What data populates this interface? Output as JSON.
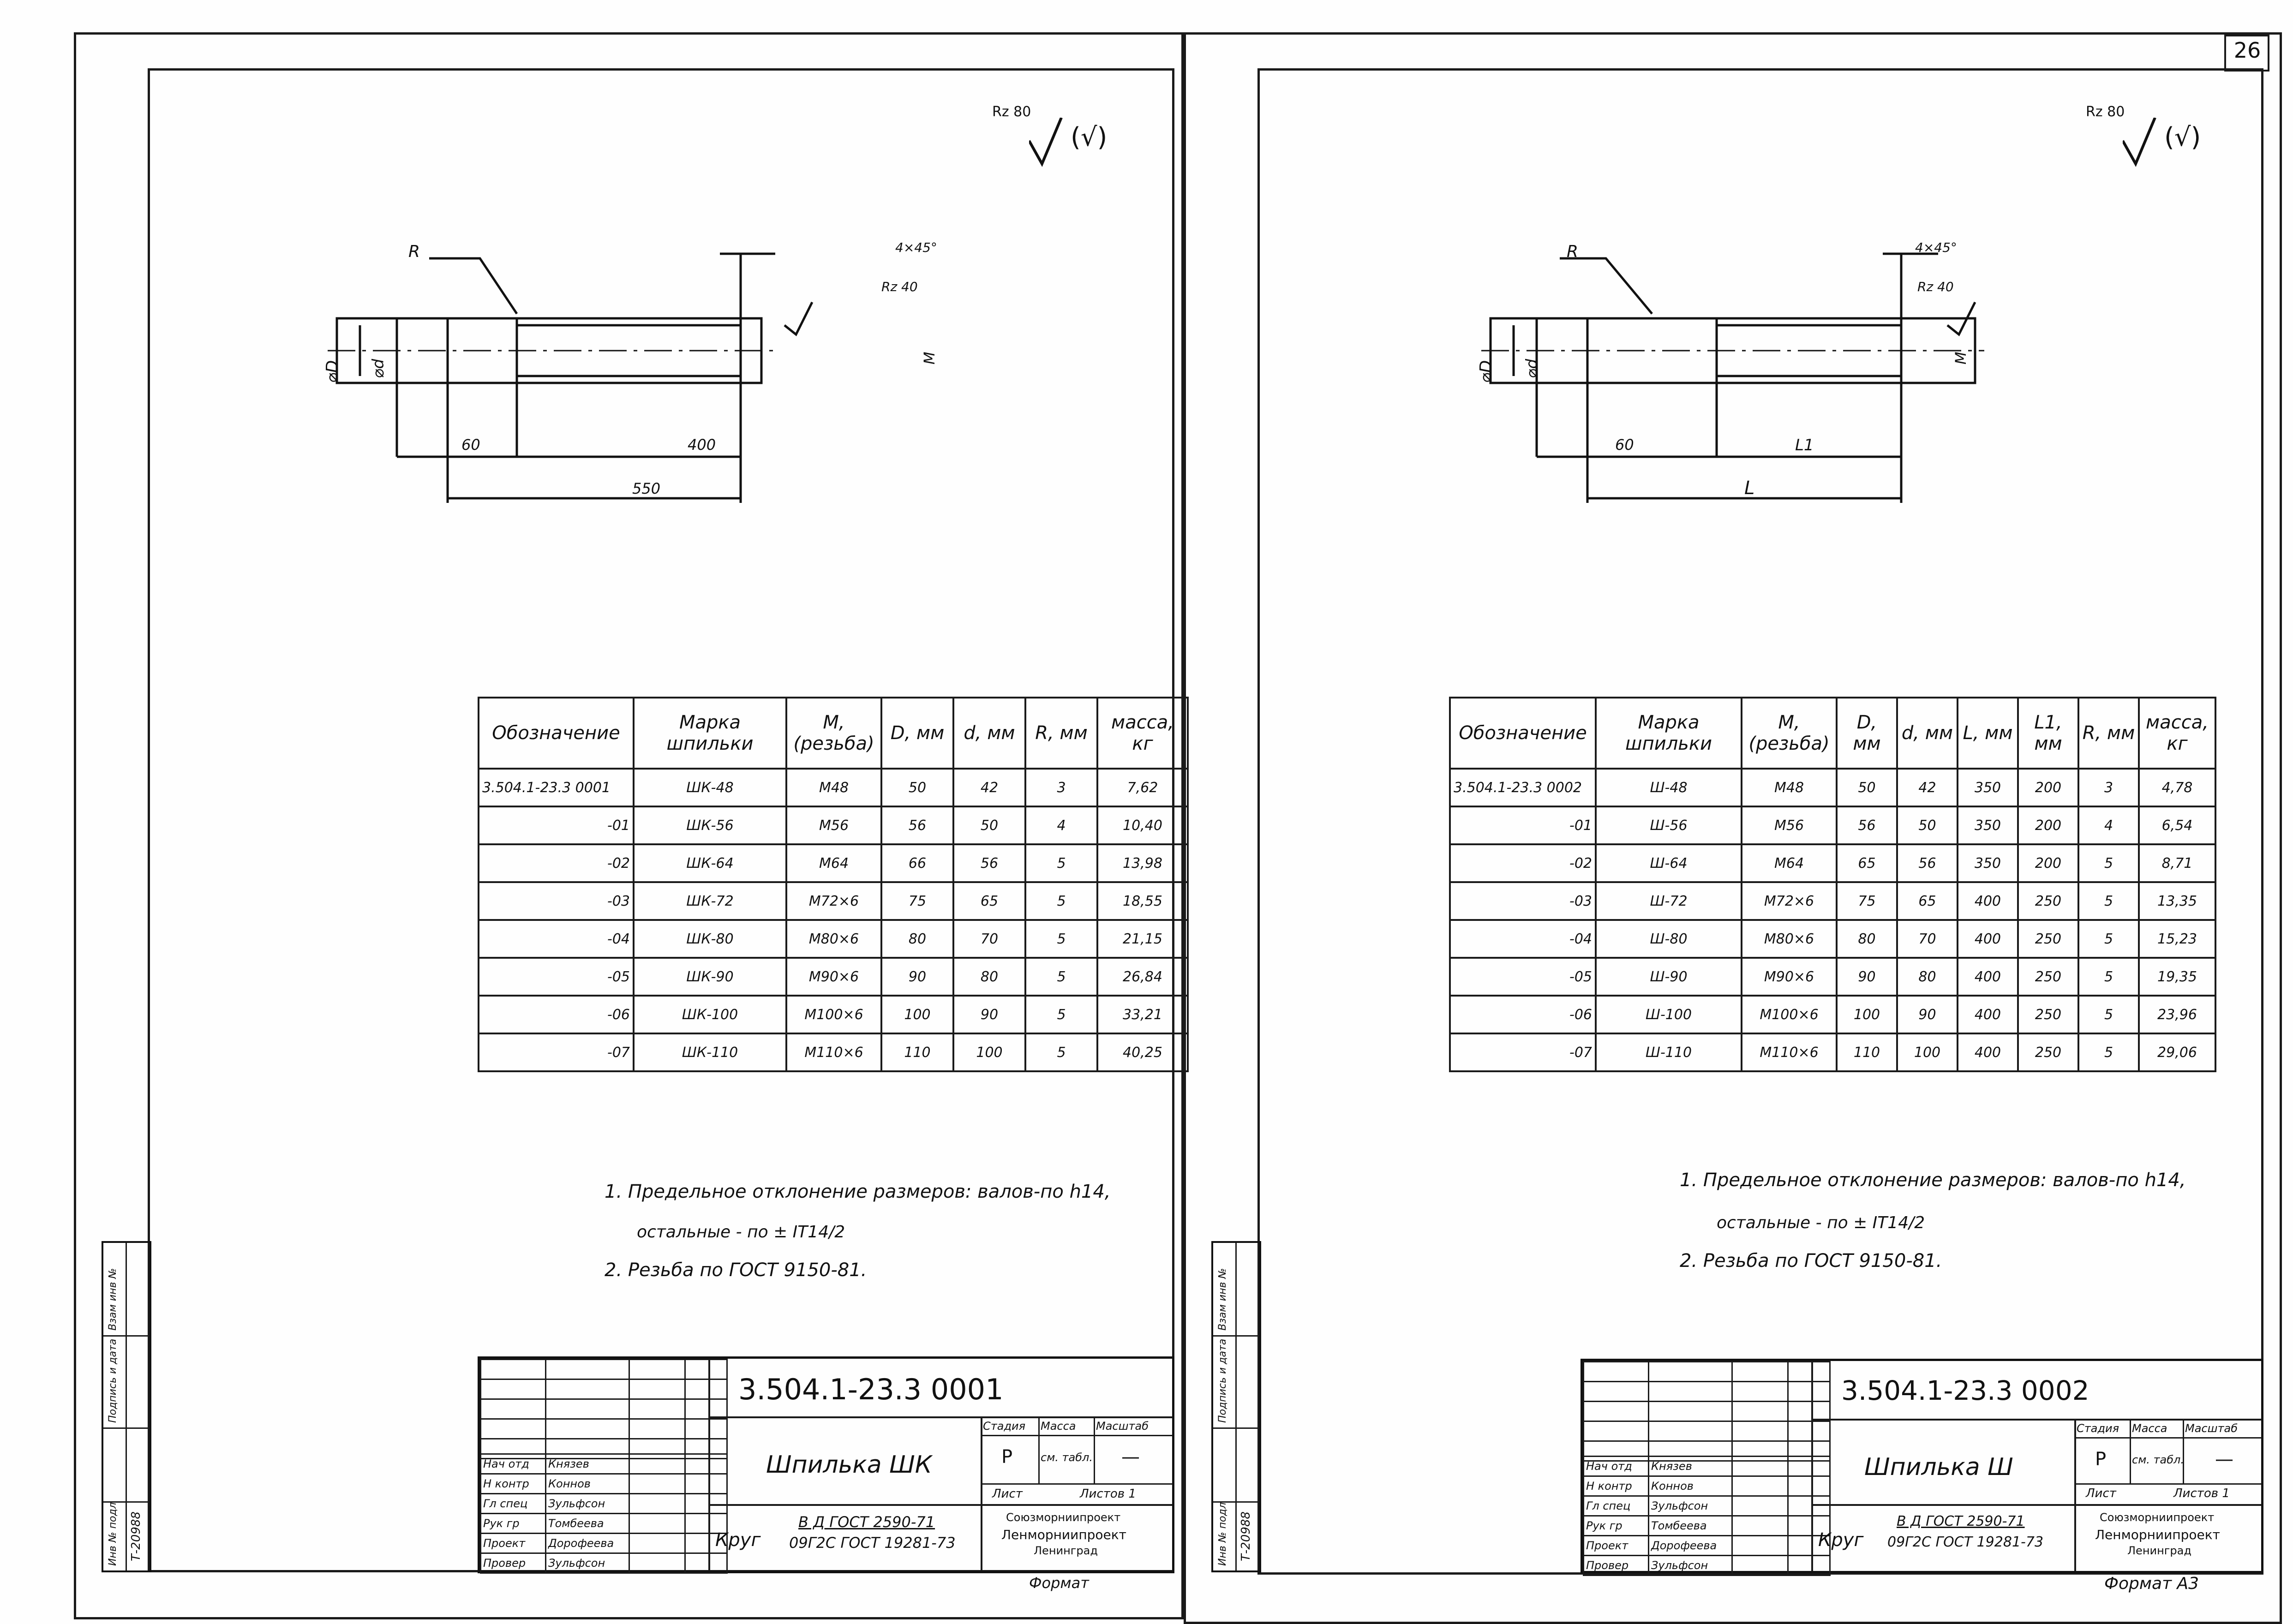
{
  "page_number": "26",
  "format_label_left": "Формат",
  "format_label_right": "Формат А3",
  "roughness": {
    "main": "Rz 80",
    "paren": "(√)",
    "face": "Rz 40"
  },
  "left": {
    "drawing": {
      "chamfer": "4×45°",
      "radius": "R",
      "dia_D": "⌀D",
      "dia_d": "⌀d",
      "thread": "M",
      "dim_small": "60",
      "dim_mid": "400",
      "dim_total": "550"
    },
    "table": {
      "headers": [
        "Обозначение",
        "Марка шпильки",
        "M, (резьба)",
        "D, мм",
        "d, мм",
        "R, мм",
        "масса, кг"
      ],
      "rows": [
        [
          "3.504.1-23.3 0001",
          "ШК-48",
          "M48",
          "50",
          "42",
          "3",
          "7,62"
        ],
        [
          "-01",
          "ШК-56",
          "M56",
          "56",
          "50",
          "4",
          "10,40"
        ],
        [
          "-02",
          "ШК-64",
          "M64",
          "66",
          "56",
          "5",
          "13,98"
        ],
        [
          "-03",
          "ШК-72",
          "M72×6",
          "75",
          "65",
          "5",
          "18,55"
        ],
        [
          "-04",
          "ШК-80",
          "M80×6",
          "80",
          "70",
          "5",
          "21,15"
        ],
        [
          "-05",
          "ШК-90",
          "M90×6",
          "90",
          "80",
          "5",
          "26,84"
        ],
        [
          "-06",
          "ШК-100",
          "M100×6",
          "100",
          "90",
          "5",
          "33,21"
        ],
        [
          "-07",
          "ШК-110",
          "M110×6",
          "110",
          "100",
          "5",
          "40,25"
        ]
      ]
    },
    "notes": [
      "1. Предельное отклонение размеров: валов-по h14,",
      "остальные - по ± IT14/2",
      "2. Резьба по ГОСТ 9150-81."
    ],
    "title_block": {
      "code": "3.504.1-23.3 0001",
      "name": "Шпилька ШК",
      "material_prefix": "Круг",
      "material_top": "В Д ГОСТ 2590-71",
      "material_bottom": "09Г2С ГОСТ 19281-73",
      "stage_h": "Стадия",
      "mass_h": "Масса",
      "scale_h": "Масштаб",
      "stage": "Р",
      "mass": "см. табл.",
      "scale": "—",
      "sheet": "Лист",
      "sheets": "Листов 1",
      "org1": "Союзморниипроект",
      "org2": "Ленморниипроект",
      "org3": "Ленинград",
      "roles": [
        "Нач отд",
        "Н контр",
        "Гл спец",
        "Рук гр",
        "Проект",
        "Провер"
      ],
      "names": [
        "Князев",
        "Коннов",
        "Зульфсон",
        "Томбеева",
        "Дорофеева",
        "Зульфсон"
      ]
    },
    "side_stamp": {
      "inv": "Инв № подл",
      "sign": "Подпись и дата",
      "repl": "Взам инв №",
      "num": "Т-20988"
    }
  },
  "right": {
    "drawing": {
      "chamfer": "4×45°",
      "radius": "R",
      "dia_D": "⌀D",
      "dia_d": "⌀d",
      "thread": "M",
      "dim_small": "60",
      "dim_mid": "L1",
      "dim_total": "L"
    },
    "table": {
      "headers": [
        "Обозначение",
        "Марка шпильки",
        "M, (резьба)",
        "D, мм",
        "d, мм",
        "L, мм",
        "L1, мм",
        "R, мм",
        "масса, кг"
      ],
      "rows": [
        [
          "3.504.1-23.3 0002",
          "Ш-48",
          "M48",
          "50",
          "42",
          "350",
          "200",
          "3",
          "4,78"
        ],
        [
          "-01",
          "Ш-56",
          "M56",
          "56",
          "50",
          "350",
          "200",
          "4",
          "6,54"
        ],
        [
          "-02",
          "Ш-64",
          "M64",
          "65",
          "56",
          "350",
          "200",
          "5",
          "8,71"
        ],
        [
          "-03",
          "Ш-72",
          "M72×6",
          "75",
          "65",
          "400",
          "250",
          "5",
          "13,35"
        ],
        [
          "-04",
          "Ш-80",
          "M80×6",
          "80",
          "70",
          "400",
          "250",
          "5",
          "15,23"
        ],
        [
          "-05",
          "Ш-90",
          "M90×6",
          "90",
          "80",
          "400",
          "250",
          "5",
          "19,35"
        ],
        [
          "-06",
          "Ш-100",
          "M100×6",
          "100",
          "90",
          "400",
          "250",
          "5",
          "23,96"
        ],
        [
          "-07",
          "Ш-110",
          "M110×6",
          "110",
          "100",
          "400",
          "250",
          "5",
          "29,06"
        ]
      ]
    },
    "notes": [
      "1. Предельное отклонение размеров: валов-по h14,",
      "остальные - по ± IT14/2",
      "2. Резьба по ГОСТ 9150-81."
    ],
    "title_block": {
      "code": "3.504.1-23.3 0002",
      "name": "Шпилька Ш",
      "material_prefix": "Круг",
      "material_top": "В Д ГОСТ 2590-71",
      "material_bottom": "09Г2С ГОСТ 19281-73",
      "stage_h": "Стадия",
      "mass_h": "Масса",
      "scale_h": "Масштаб",
      "stage": "Р",
      "mass": "см. табл.",
      "scale": "—",
      "sheet": "Лист",
      "sheets": "Листов 1",
      "org1": "Союзморниипроект",
      "org2": "Ленморниипроект",
      "org3": "Ленинград",
      "roles": [
        "Нач отд",
        "Н контр",
        "Гл спец",
        "Рук гр",
        "Проект",
        "Провер"
      ],
      "names": [
        "Князев",
        "Коннов",
        "Зульфсон",
        "Томбеева",
        "Дорофеева",
        "Зульфсон"
      ]
    },
    "side_stamp": {
      "inv": "Инв № подл",
      "sign": "Подпись и дата",
      "repl": "Взам инв №",
      "num": "Т-20988"
    }
  }
}
